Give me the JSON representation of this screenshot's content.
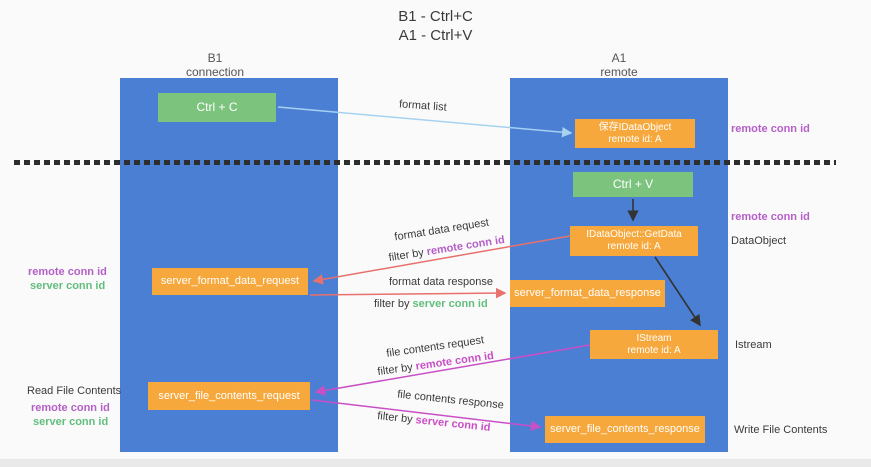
{
  "title": {
    "line1": "B1 - Ctrl+C",
    "line2": "A1 - Ctrl+V"
  },
  "lanes": {
    "b1": {
      "title": "B1",
      "subtitle": "connection"
    },
    "a1": {
      "title": "A1",
      "subtitle": "remote"
    }
  },
  "nodes": {
    "ctrl_c": {
      "label": "Ctrl + C"
    },
    "ctrl_v": {
      "label": "Ctrl + V"
    },
    "save_dataobject": {
      "line1": "保存IDataObject",
      "line2": "remote id: A"
    },
    "getdata": {
      "line1": "IDataObject::GetData",
      "line2": "remote id: A"
    },
    "istream": {
      "line1": "IStream",
      "line2": "remote id: A"
    },
    "server_format_data_request": {
      "label": "server_format_data_request"
    },
    "server_format_data_response": {
      "label": "server_format_data_response"
    },
    "server_file_contents_request": {
      "label": "server_file_contents_request"
    },
    "server_file_contents_response": {
      "label": "server_file_contents_response"
    }
  },
  "edge_labels": {
    "format_list": "format list",
    "format_data_request": "format data request",
    "format_data_request_filter": {
      "prefix": "filter by ",
      "key": "remote conn id"
    },
    "format_data_response": "format data response",
    "format_data_response_filter": {
      "prefix": "filter by ",
      "key": "server conn id"
    },
    "file_contents_request": "file contents request",
    "file_contents_request_filter": {
      "prefix": "filter by ",
      "key": "remote conn id"
    },
    "file_contents_response": "file contents response",
    "file_contents_response_filter": {
      "prefix": "filter by ",
      "key": "server conn id"
    }
  },
  "annotations": {
    "right_remote_conn_id_top": "remote conn id",
    "right_remote_conn_id_mid": "remote conn id",
    "dataobject": "DataObject",
    "istream": "Istream",
    "write_file_contents": "Write File Contents",
    "left_remote_conn_id_1": "remote conn id",
    "left_server_conn_id_1": "server conn id",
    "read_file_contents": "Read File Contents",
    "left_remote_conn_id_2": "remote conn id",
    "left_server_conn_id_2": "server conn id"
  },
  "colors": {
    "lane_blue": "#4a7fd4",
    "node_green": "#7cc47e",
    "node_orange": "#f6a83c",
    "purple_text": "#b55fc8",
    "green_text": "#62be7d",
    "magenta": "#c94fc6",
    "red_arrow": "#e8706d",
    "light_blue_arrow": "#a6d2f0",
    "black_arrow": "#333333"
  }
}
